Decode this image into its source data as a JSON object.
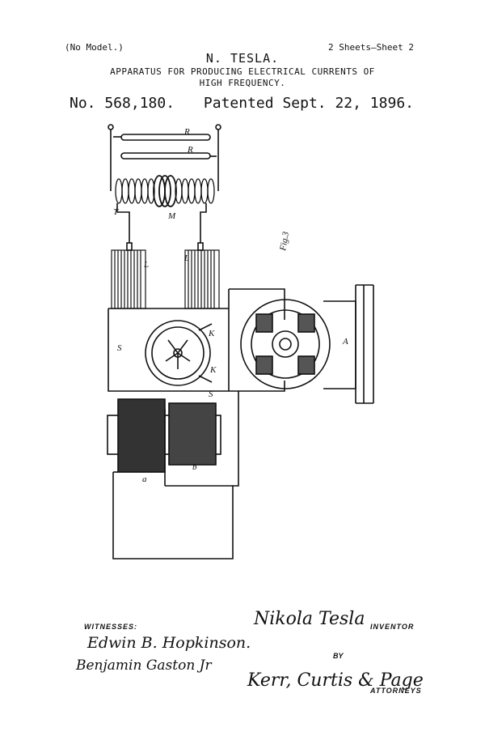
{
  "header": {
    "model": "(No Model.)",
    "sheets": "2 Sheets—Sheet 2",
    "inventor": "N. TESLA.",
    "title_line1": "APPARATUS FOR PRODUCING ELECTRICAL CURRENTS OF",
    "title_line2": "HIGH FREQUENCY.",
    "patent_number": "No. 568,180.",
    "patent_date": "Patented Sept. 22, 1896."
  },
  "figure": {
    "label": "Fig.3",
    "parts": {
      "R": "R",
      "T": "T",
      "M": "M",
      "L": "L",
      "S": "S",
      "K": "K",
      "A": "A",
      "a": "a",
      "b": "b"
    }
  },
  "signatures": {
    "witnesses_label": "WITNESSES:",
    "witness1": "Edwin B. Hopkinson.",
    "witness2": "Benjamin Gaston Jr",
    "inventor_signature": "Nikola Tesla",
    "inventor_label": "INVENTOR",
    "by_label": "BY",
    "attorneys_signature": "Kerr, Curtis & Page",
    "attorneys_label": "ATTORNEYS"
  }
}
